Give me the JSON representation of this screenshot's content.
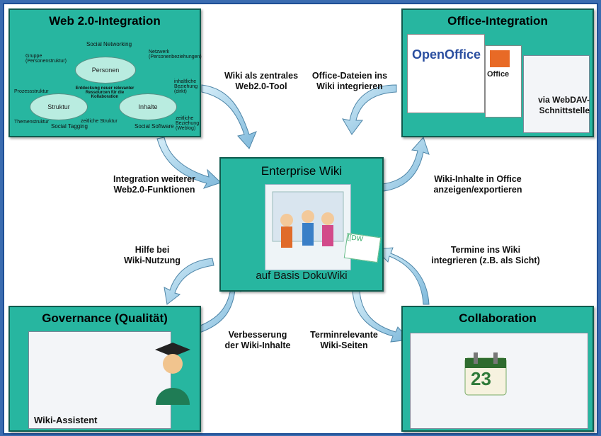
{
  "boxes": {
    "web20": {
      "title": "Web 2.0-Integration"
    },
    "office": {
      "title": "Office-Integration",
      "caption": "via WebDAV-\nSchnittstelle",
      "logo_openoffice": "OpenOffice",
      "logo_office": "Office"
    },
    "center": {
      "title": "Enterprise Wiki",
      "caption": "auf Basis DokuWiki",
      "badge": "[[DW"
    },
    "governance": {
      "title": "Governance (Qualität)",
      "caption": "Wiki-Assistent"
    },
    "collaboration": {
      "title": "Collaboration",
      "calendar_day": "23"
    }
  },
  "web20_details": {
    "social_networking": "Social Networking",
    "personen": "Personen",
    "struktur": "Struktur",
    "inhalte": "Inhalte",
    "center_text": "Entdeckung neuer relevanter Ressourcen für die Kollaboration",
    "social_tagging": "Social Tagging",
    "social_software": "Social Software",
    "gruppe": "Gruppe (Personenstruktur)",
    "netzwerk": "Netzwerk (Personenbeziehungen)",
    "prozessstruktur": "Prozessstruktur",
    "themenstruktur": "Themenstruktur",
    "inhaltliche": "inhaltliche Beziehung (dirkt)",
    "zeitliche_struktur": "zeitliche Struktur",
    "zeitliche_beziehung": "zeitliche Beziehung (Weblog)"
  },
  "labels": {
    "wiki_tool": "Wiki als zentrales\nWeb2.0-Tool",
    "office_files": "Office-Dateien ins\nWiki integrieren",
    "integration": "Integration weiterer\nWeb2.0-Funktionen",
    "wiki_office": "Wiki-Inhalte in Office\nanzeigen/exportieren",
    "hilfe": "Hilfe bei\nWiki-Nutzung",
    "termine": "Termine ins Wiki\nintegrieren (z.B. als Sicht)",
    "verbesserung": "Verbesserung\nder Wiki-Inhalte",
    "terminrelevante": "Terminrelevante\nWiki-Seiten"
  },
  "colors": {
    "box": "#27b6a0",
    "arrow": "#a9d6ec",
    "frame": "#1e4f95"
  }
}
